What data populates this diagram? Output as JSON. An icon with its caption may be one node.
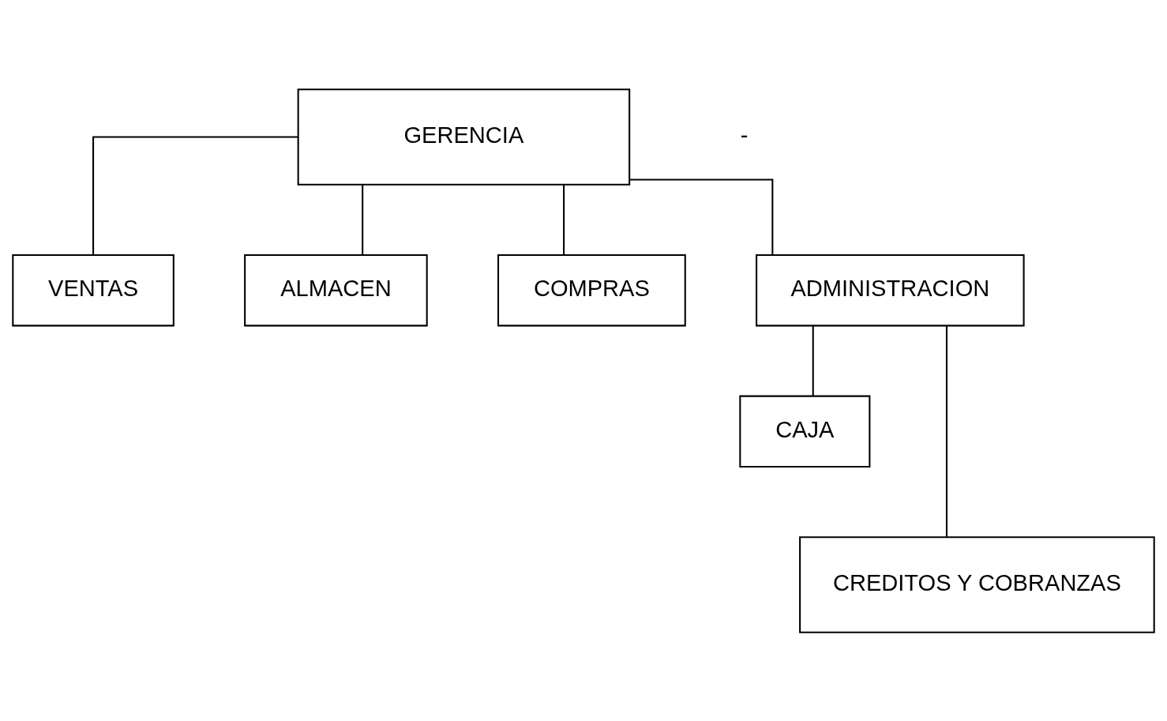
{
  "diagram": {
    "nodes": [
      {
        "text": [
          "GERENCIA"
        ]
      },
      {
        "text": [
          "VENTAS"
        ]
      },
      {
        "text": [
          "ALMACEN"
        ]
      },
      {
        "text": [
          "COMPRAS"
        ]
      },
      {
        "text": [
          "ADMINISTRACION"
        ]
      },
      {
        "text": [
          "CAJA"
        ]
      },
      {
        "text": [
          "CREDITOS Y COBRANZAS"
        ]
      }
    ],
    "edges": [
      {
        "from": 0,
        "to": 1,
        "arrow": "none"
      },
      {
        "from": 0,
        "to": 2,
        "arrow": "none"
      },
      {
        "from": 0,
        "to": 3,
        "arrow": "none"
      },
      {
        "from": 0,
        "to": 4,
        "arrow": "none"
      },
      {
        "from": 4,
        "to": 5,
        "arrow": "none"
      },
      {
        "from": 4,
        "to": 6,
        "arrow": "none"
      }
    ],
    "labels": [
      "-"
    ]
  }
}
